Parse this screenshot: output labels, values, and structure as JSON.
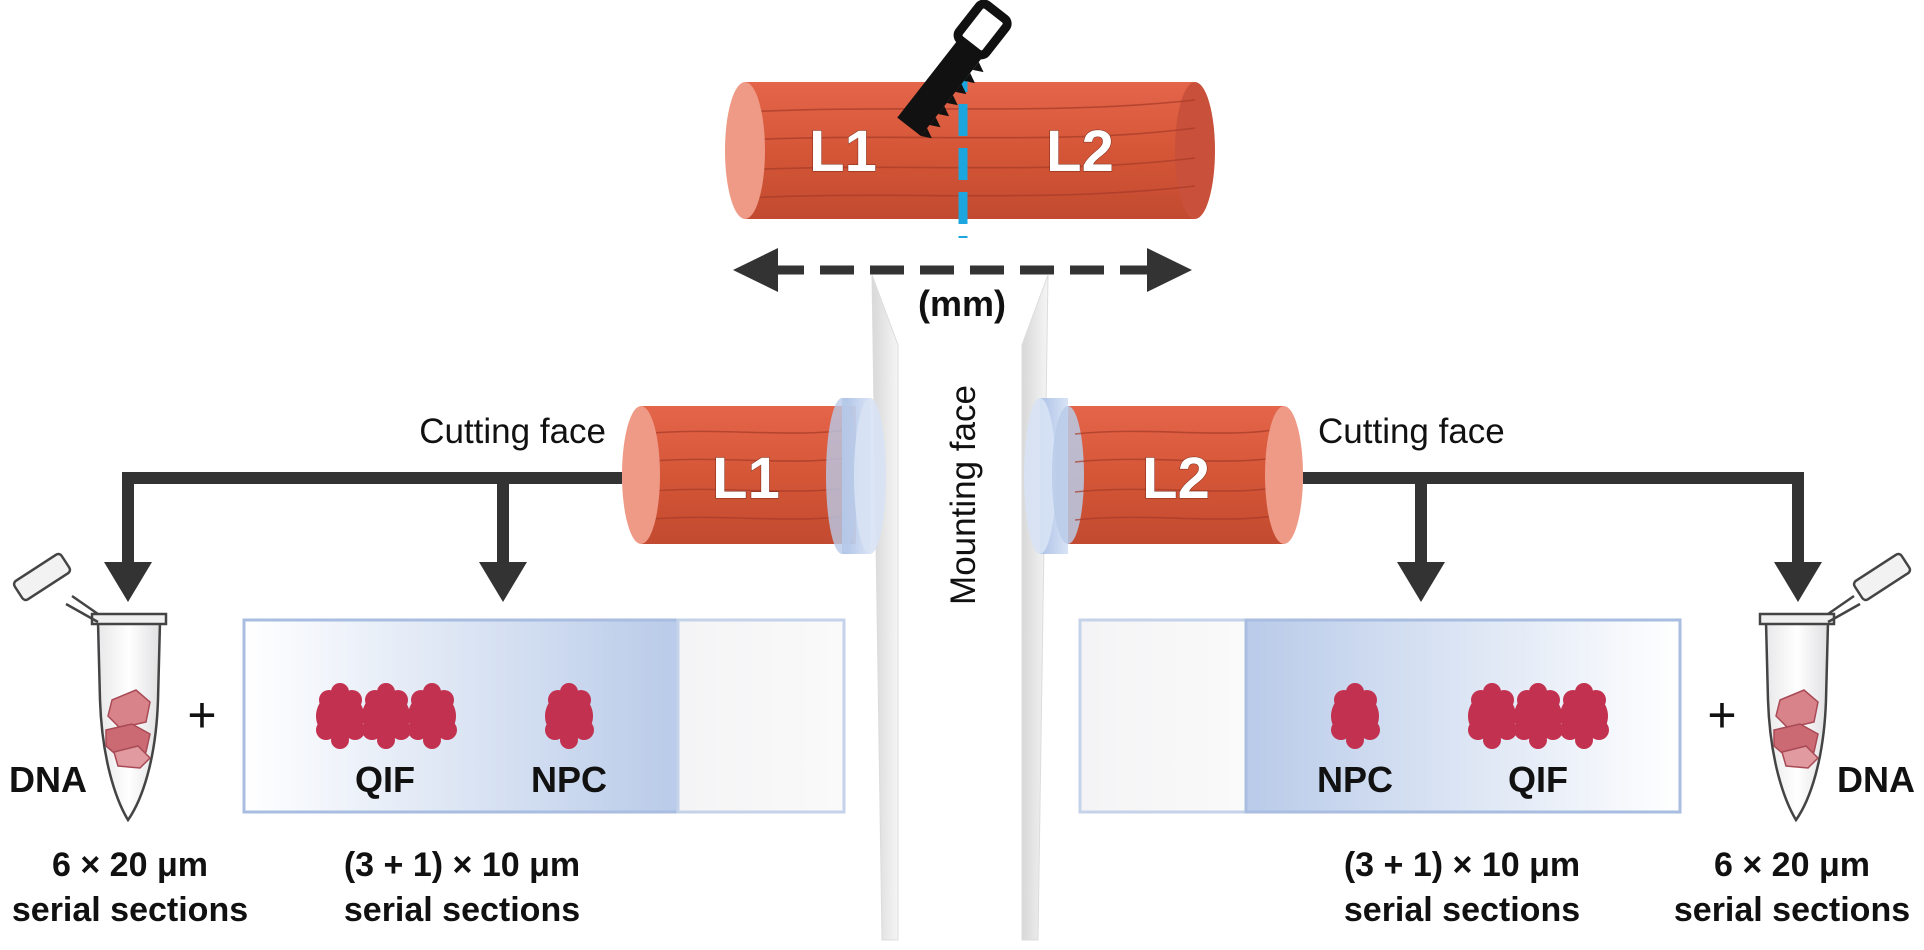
{
  "top_specimen": {
    "left_label": "L1",
    "right_label": "L2",
    "length_label": "(mm)"
  },
  "mounting_label": "Mounting face",
  "left_block": {
    "block_label": "L1",
    "cutting_face_label": "Cutting face",
    "slide_labels": {
      "qif": "QIF",
      "npc": "NPC"
    },
    "tube_label": "DNA",
    "plus": "+",
    "slide_sections": {
      "line1": "(3 + 1) × 10 μm",
      "line2": "serial sections"
    },
    "tube_sections": {
      "line1": "6 × 20 μm",
      "line2": "serial sections"
    }
  },
  "right_block": {
    "block_label": "L2",
    "cutting_face_label": "Cutting face",
    "slide_labels": {
      "qif": "QIF",
      "npc": "NPC"
    },
    "tube_label": "DNA",
    "plus": "+",
    "slide_sections": {
      "line1": "(3 + 1) × 10 μm",
      "line2": "serial sections"
    },
    "tube_sections": {
      "line1": "6 × 20 μm",
      "line2": "serial sections"
    }
  },
  "colors": {
    "muscle": "#d9583a",
    "muscle_end": "#ef9a86",
    "cut_line": "#1ca6e0",
    "arrow": "#333333",
    "tissue_section": "#c2314f",
    "slide_blue": "#b9cbe9",
    "ring": "#b8cbe8"
  }
}
